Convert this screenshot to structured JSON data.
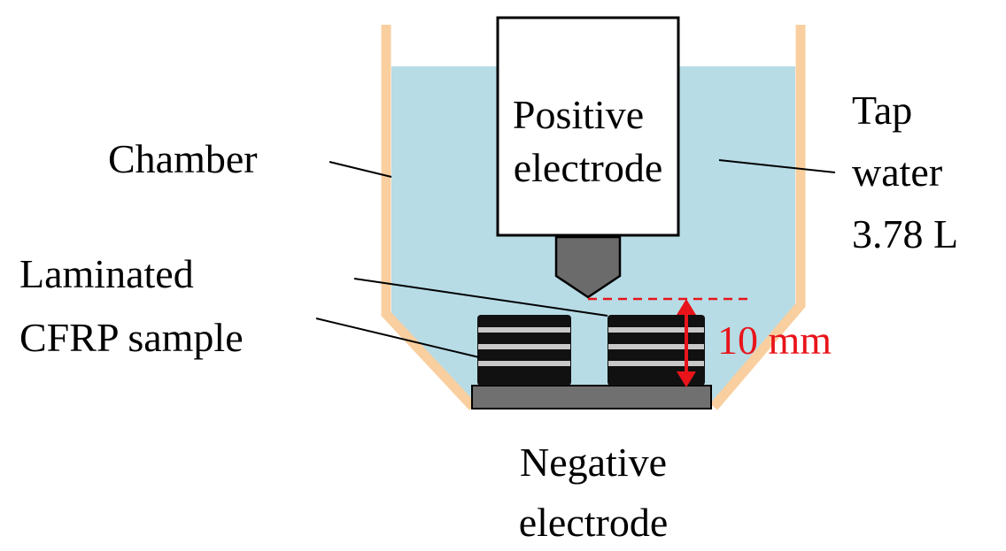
{
  "labels": {
    "chamber": "Chamber",
    "positive_electrode": [
      "Positive",
      "electrode"
    ],
    "tap_water": [
      "Tap",
      "water",
      "3.78 L"
    ],
    "sample": [
      "Laminated",
      "CFRP sample"
    ],
    "gap": "10 mm",
    "negative_electrode": [
      "Negative",
      "electrode"
    ]
  },
  "colors": {
    "water": "#b7dce6",
    "chamber_wall": "#f9cf9f",
    "electrode_tip": "#6b6b6b",
    "negative_base": "#707070",
    "cfrp_black": "#111111",
    "cfrp_layer": "#c8c8c8",
    "dimension": "#e8141a",
    "leader": "#000000"
  }
}
